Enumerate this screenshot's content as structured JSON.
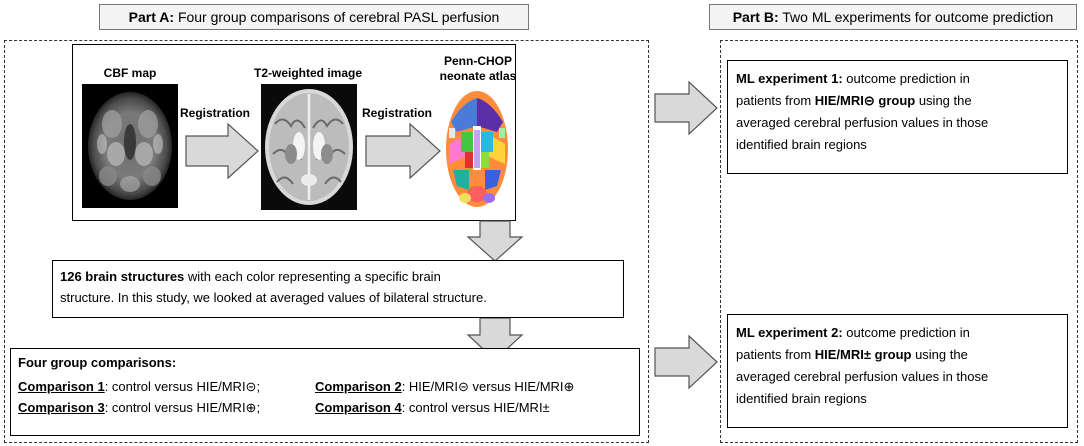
{
  "part_a": {
    "label": "Part A:",
    "title": "Four group comparisons of cerebral PASL perfusion"
  },
  "part_b": {
    "label": "Part B:",
    "title": "Two ML experiments for outcome prediction"
  },
  "pipeline": {
    "cbf_label": "CBF map",
    "t2_label": "T2-weighted image",
    "atlas_label_line1": "Penn-CHOP",
    "atlas_label_line2": "neonate atlas",
    "registration_1": "Registration",
    "registration_2": "Registration"
  },
  "structures": {
    "bold": "126 brain structures",
    "line1_rest": " with each color representing a specific brain",
    "line2": "structure. In this study, we looked at averaged values of bilateral structure."
  },
  "comparisons": {
    "heading": "Four group comparisons:",
    "c1_label": "Comparison 1",
    "c1_text": ": control versus HIE/MRI⊝;",
    "c2_label": "Comparison 2",
    "c2_text": ": HIE/MRI⊝ versus HIE/MRI⊕",
    "c3_label": "Comparison 3",
    "c3_text": ": control versus HIE/MRI⊕;",
    "c4_label": "Comparison 4",
    "c4_text": ": control versus HIE/MRI±"
  },
  "ml1": {
    "title": "ML experiment 1:",
    "line1_rest": " outcome prediction in",
    "line2_pre": "patients from ",
    "group": "HIE/MRI⊝ group",
    "line2_post": " using the",
    "line3": "averaged cerebral perfusion values in those",
    "line4": "identified brain regions"
  },
  "ml2": {
    "title": "ML experiment 2:",
    "line1_rest": " outcome prediction in",
    "line2_pre": "patients from ",
    "group": "HIE/MRI± group",
    "line2_post": " using the",
    "line3": "averaged cerebral perfusion values in those",
    "line4": "identified brain regions"
  },
  "colors": {
    "arrow_fill": "#d9d9d9",
    "arrow_stroke": "#555555",
    "header_bg": "#f4f4f4"
  }
}
